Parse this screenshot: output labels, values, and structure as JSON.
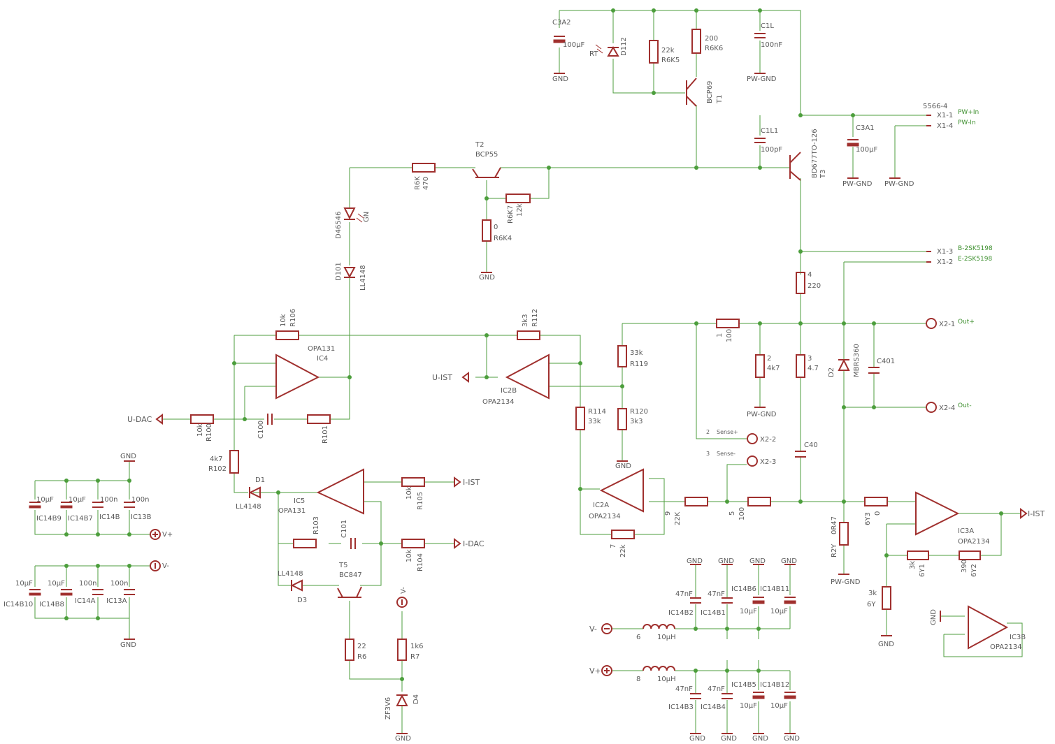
{
  "supply": {
    "c3a2": "C3A2",
    "c3a2_v": "100µF",
    "rt": "RT",
    "d112": "D112",
    "r22k": "22k",
    "r6k5": "R6K5",
    "r200": "200",
    "r6k6": "R6K6",
    "c1l": "C1L",
    "c1l_v": "100nF",
    "bcp69": "BCP69",
    "t1": "T1",
    "gnd": "GND",
    "pwgnd": "PW-GND"
  },
  "connector1": {
    "name": "5566-4",
    "pins": [
      "X1-1",
      "X1-4",
      "X1-3",
      "X1-2"
    ],
    "signals": [
      "PW+In",
      "PW-In",
      "B-2SK5198",
      "E-2SK5198"
    ]
  },
  "output_stage": {
    "c1l1": "C1L1",
    "c1l1_v": "100pF",
    "c3a1": "C3A1",
    "c3a1_v": "100µF",
    "t3_type": "BD677TO-126",
    "t3": "T3",
    "t2": "T2",
    "t2_type": "BCP55",
    "r6k": "R6K",
    "r6k_v": "470",
    "r6k7": "R6K7",
    "r6k7_v": "12k",
    "r6k4_v": "0",
    "r6k4": "R6K4",
    "d46546": "D46546",
    "gn": "GN",
    "d101": "D101",
    "ll4148a": "LL4148",
    "r4": "4",
    "r4_v": "220",
    "r1": "1",
    "r1_v": "100",
    "r2": "2",
    "r2_v": "4k7",
    "r3": "3",
    "r3_v": "4.7",
    "mbrs": "MBRS360",
    "d2": "D2",
    "c401": "C401",
    "c40": "C40",
    "r119_v": "33k",
    "r119": "R119",
    "r120": "R120",
    "r120_v": "3k3",
    "r114": "R114",
    "r114_v": "33k"
  },
  "connector2": {
    "pins": [
      "X2-1",
      "X2-4",
      "X2-2",
      "X2-3"
    ],
    "signals": [
      "Out+",
      "Out-",
      "Sense+",
      "Sense-"
    ],
    "pin_numbers": [
      "2",
      "3"
    ]
  },
  "opamps": {
    "ic4_type": "OPA131",
    "ic4": "IC4",
    "ic2b": "IC2B",
    "ic2b_type": "OPA2134",
    "ic2a": "IC2A",
    "ic2a_type": "OPA2134",
    "ic5": "IC5",
    "ic5_type": "OPA131",
    "ic3a": "IC3A",
    "ic3a_type": "OPA2134",
    "ic3b": "IC3B",
    "ic3b_type": "OPA2134"
  },
  "control": {
    "r106_v": "10k",
    "r106": "R106",
    "r112_v": "3k3",
    "r112": "R112",
    "u_ist": "U-IST",
    "u_dac": "U-DAC",
    "r100_v": "10k",
    "r100": "R100",
    "c100": "C100",
    "r101": "R101",
    "r102_v": "4k7",
    "r102": "R102",
    "d1": "D1",
    "ll4148b": "LL4148",
    "r105_v": "10k",
    "r105": "R105",
    "i_ist": "I-IST",
    "r103": "R103",
    "c101": "C101",
    "r104_v": "10k",
    "r104": "R104",
    "i_dac": "I-DAC",
    "ll4148c": "LL4148",
    "d3": "D3",
    "t5": "T5",
    "t5_type": "BC847",
    "r6_v": "22",
    "r6": "R6",
    "r7_v": "1k6",
    "r7": "R7",
    "d4_type": "ZF3V6",
    "d4": "D4",
    "vminus": "V-",
    "r9": "9",
    "r9_v": "22K",
    "r5": "5",
    "r5_v": "100",
    "r7b": "7",
    "r7b_v": "22k",
    "r2y": "R2Y",
    "r2y_v": "0R47",
    "r6y3": "6Y3",
    "r6y3_v": "0",
    "r6y1_v": "3k",
    "r6y1": "6Y1",
    "r6y2_v": "390",
    "r6y2": "6Y2",
    "r6y_v": "3k",
    "r6y": "6Y",
    "i_ist2": "I-IST"
  },
  "decoupling": {
    "c10u": "10µF",
    "c100n": "100n",
    "ic14b9": "IC14B9",
    "ic14b7": "IC14B7",
    "ic14b": "IC14B",
    "ic13b": "IC13B",
    "ic14b10": "IC14B10",
    "ic14b8": "IC14B8",
    "ic14a": "IC14A",
    "ic13a": "IC13A",
    "vplus": "V+",
    "vminus": "V-"
  },
  "filter": {
    "c47n": "47nF",
    "c10u": "10µF",
    "ic14b2": "IC14B2",
    "ic14b1": "IC14B1",
    "ic14b6": "IC14B6",
    "ic14b11": "IC14B11",
    "ic14b3": "IC14B3",
    "ic14b4": "IC14B4",
    "ic14b5": "IC14B5",
    "ic14b12": "IC14B12",
    "l6": "6",
    "l8": "8",
    "l_v": "10µH",
    "vminus": "V-",
    "vplus": "V+"
  }
}
